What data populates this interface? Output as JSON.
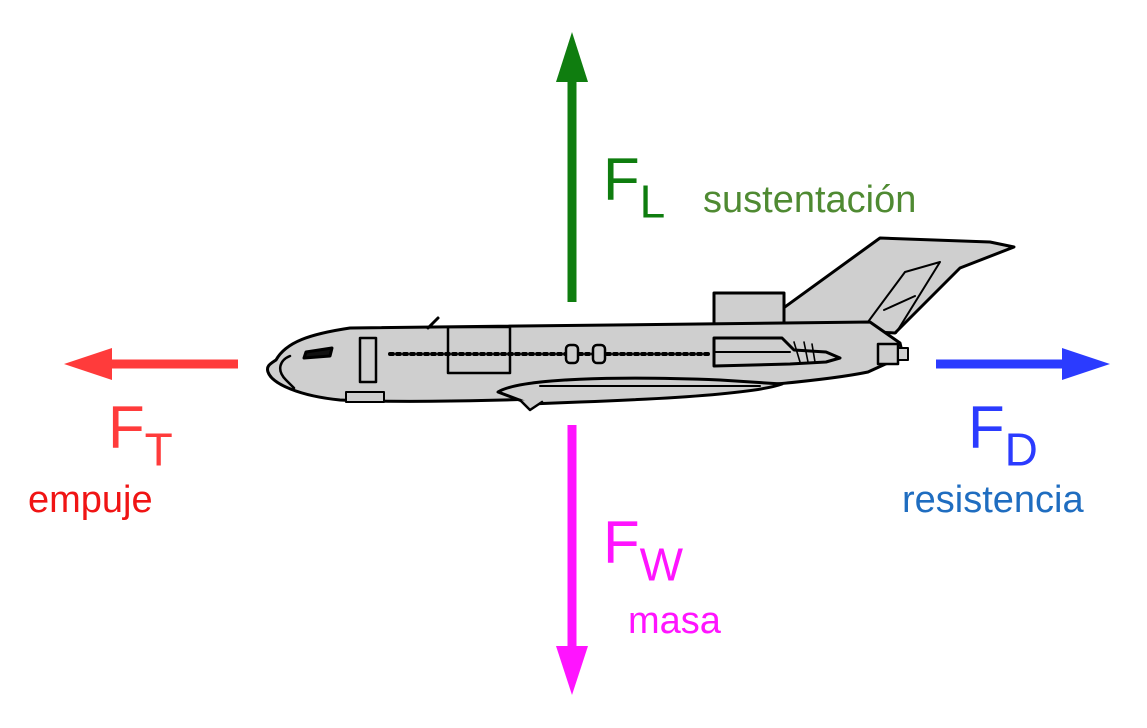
{
  "colors": {
    "lift": "#0f7d0f",
    "lift_text": "#4f8a32",
    "thrust": "#ff3b3b",
    "thrust_text": "#f01414",
    "drag": "#2b3bff",
    "drag_text": "#1f6dc0",
    "weight": "#ff14ff",
    "fuselage": "#cfcfcf",
    "outline": "#000000"
  },
  "forces": {
    "lift": {
      "symbol": "F",
      "subscript": "L",
      "word": "sustentación"
    },
    "thrust": {
      "symbol": "F",
      "subscript": "T",
      "word": "empuje"
    },
    "drag": {
      "symbol": "F",
      "subscript": "D",
      "word": "resistencia"
    },
    "weight": {
      "symbol": "F",
      "subscript": "W",
      "word": "masa"
    }
  },
  "airplane": {
    "icon": "airplane-icon"
  }
}
